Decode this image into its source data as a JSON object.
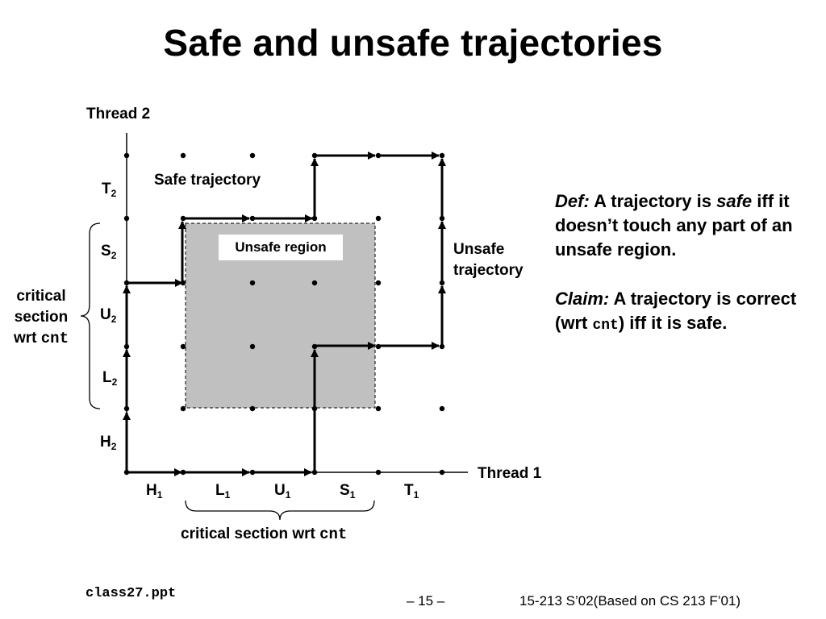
{
  "slide": {
    "title": "Safe and unsafe trajectories",
    "footer_left": "class27.ppt",
    "footer_center": "– 15 –",
    "footer_right": "15-213 S’02(Based on CS 213 F’01)"
  },
  "diagram": {
    "y_axis_label": "Thread 2",
    "x_axis_label": "Thread 1",
    "x_segments": [
      {
        "letter": "H",
        "sub": "1"
      },
      {
        "letter": "L",
        "sub": "1"
      },
      {
        "letter": "U",
        "sub": "1"
      },
      {
        "letter": "S",
        "sub": "1"
      },
      {
        "letter": "T",
        "sub": "1"
      }
    ],
    "y_segments": [
      {
        "letter": "H",
        "sub": "2"
      },
      {
        "letter": "L",
        "sub": "2"
      },
      {
        "letter": "U",
        "sub": "2"
      },
      {
        "letter": "S",
        "sub": "2"
      },
      {
        "letter": "T",
        "sub": "2"
      }
    ],
    "unsafe_region_label": "Unsafe region",
    "safe_trajectory_label": "Safe trajectory",
    "unsafe_trajectory_label_line1": "Unsafe",
    "unsafe_trajectory_label_line2": "trajectory",
    "left_brace_line1": "critical",
    "left_brace_line2": "section",
    "left_brace_line3": "wrt ",
    "left_brace_code": "cnt",
    "bottom_brace_text": "critical section wrt ",
    "bottom_brace_code": "cnt"
  },
  "definition": {
    "def_label": "Def:",
    "def_text_a": " A trajectory is ",
    "def_emph": "safe",
    "def_text_b": " iff it doesn’t  touch any part of an unsafe region.",
    "claim_label": "Claim:",
    "claim_text_a": " A trajectory is correct (wrt ",
    "claim_code": "cnt",
    "claim_text_b": ")  iff it is safe."
  }
}
